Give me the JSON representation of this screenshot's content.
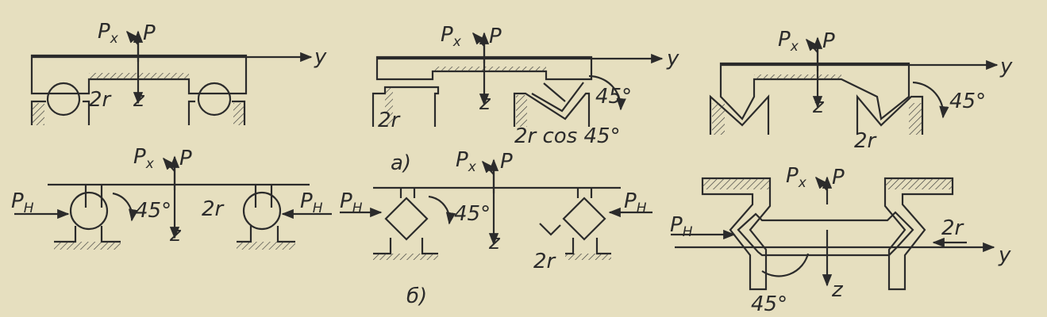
{
  "colors": {
    "paper": "#e6dfbf",
    "ink": "#2b2b2b",
    "hatch": "#3a3a3a"
  },
  "labels": {
    "p": "P",
    "px_main": "P",
    "px_sub": "x",
    "ph_main": "P",
    "ph_sub": "H",
    "y": "y",
    "z": "z",
    "two_r": "2r",
    "two_r_cos": "2r cos 45°",
    "deg45": "45°",
    "caption_a": "а)",
    "caption_b": "б)"
  }
}
